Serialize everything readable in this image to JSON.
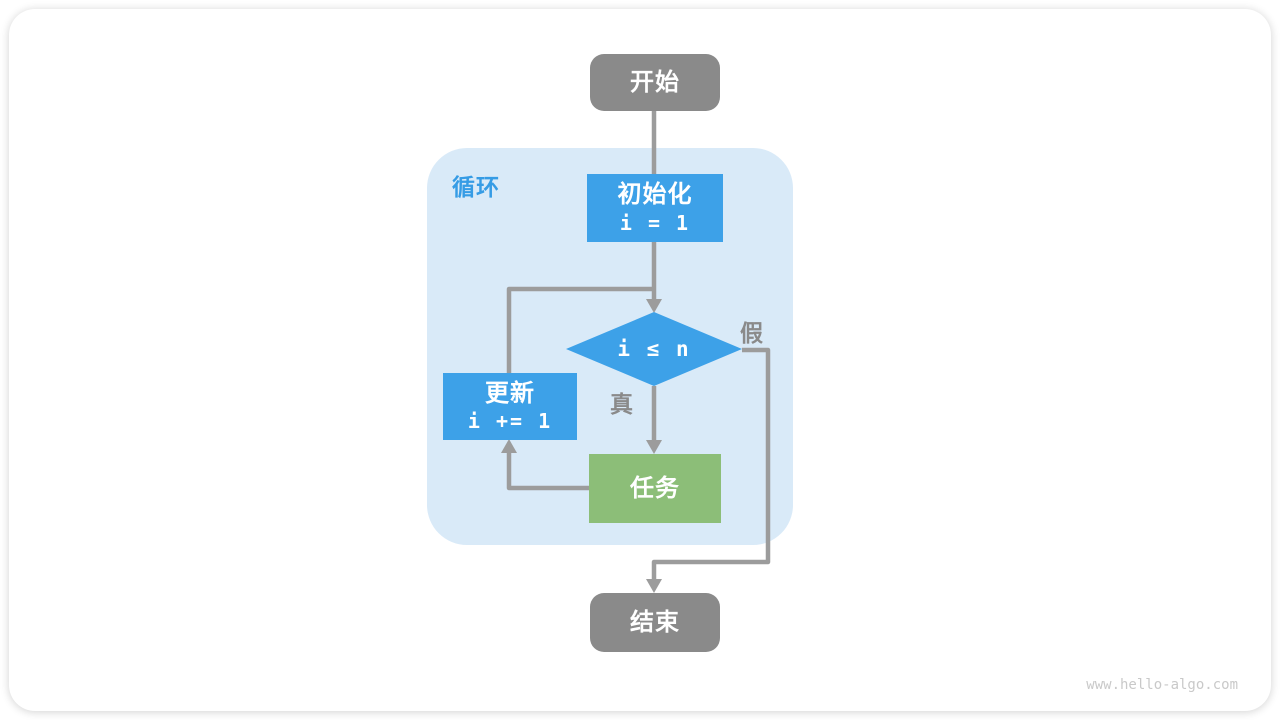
{
  "diagram": {
    "type": "flowchart",
    "labels": {
      "loop": "循环",
      "true_branch": "真",
      "false_branch": "假"
    },
    "nodes": {
      "start": {
        "label": "开始"
      },
      "init": {
        "title": "初始化",
        "code": "i = 1"
      },
      "condition": {
        "expr": "i ≤ n"
      },
      "update": {
        "title": "更新",
        "code": "i += 1"
      },
      "task": {
        "label": "任务"
      },
      "end": {
        "label": "结束"
      }
    },
    "edges": [
      {
        "from": "start",
        "to": "init"
      },
      {
        "from": "init",
        "to": "condition"
      },
      {
        "from": "condition",
        "to": "task",
        "label": "真"
      },
      {
        "from": "task",
        "to": "update"
      },
      {
        "from": "update",
        "to": "condition"
      },
      {
        "from": "condition",
        "to": "end",
        "label": "假"
      }
    ],
    "colors": {
      "process_blue": "#3da1e8",
      "loop_region_blue": "#d9eaf8",
      "task_green": "#8cbe78",
      "terminal_gray": "#8a8a8a",
      "wire_gray": "#9c9c9c",
      "label_gray": "#8a8a8a",
      "watermark_gray": "#c9c9c9"
    }
  },
  "watermark": "www.hello-algo.com"
}
